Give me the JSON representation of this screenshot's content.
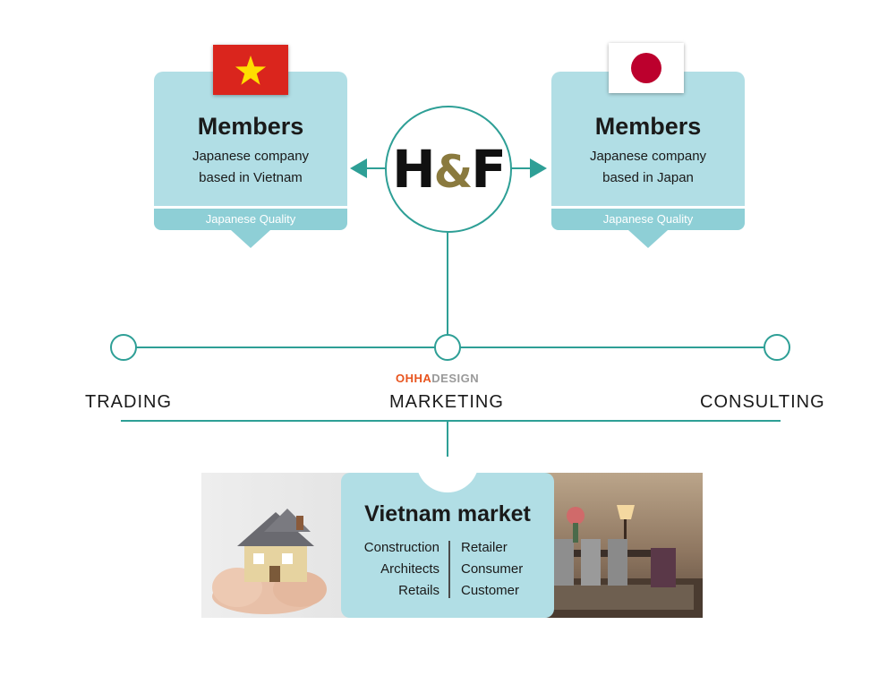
{
  "members_vietnam": {
    "title": "Members",
    "line1": "Japanese company",
    "line2": "based in Vietnam",
    "quality": "Japanese Quality"
  },
  "members_japan": {
    "title": "Members",
    "line1": "Japanese company",
    "line2": "based in Japan",
    "quality": "Japanese Quality"
  },
  "hub": {
    "logo_left": "H",
    "logo_amp": "&",
    "logo_right": "F"
  },
  "brand": {
    "part1": "OHHA",
    "part2": "DESIGN"
  },
  "stages": {
    "left": "TRADING",
    "center": "MARKETING",
    "right": "CONSULTING"
  },
  "market": {
    "title": "Vietnam market",
    "left_items": [
      "Construction",
      "Architects",
      "Retails"
    ],
    "right_items": [
      "Retailer",
      "Consumer",
      "Customer"
    ]
  },
  "colors": {
    "teal_line": "#2e9f96",
    "panel_light": "#b1dee5",
    "panel_band": "#8ecfd6",
    "vietnam_red": "#da251d",
    "vietnam_star": "#ffde00",
    "japan_red": "#bc002d",
    "brand_orange": "#e8541e",
    "brand_gray": "#9a9a9a"
  }
}
